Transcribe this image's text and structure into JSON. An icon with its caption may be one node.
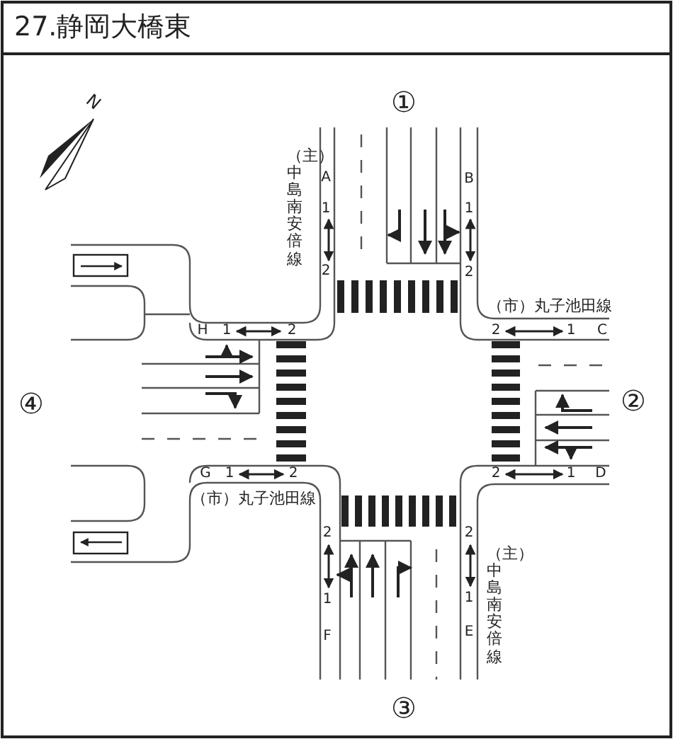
{
  "diagram": {
    "title": "27.静岡大橋東",
    "labels": [
      "N",
      "①",
      "（主）中島南安倍線",
      "A",
      "1",
      "2",
      "B",
      "1",
      "2",
      "（市）丸子池田線",
      "H",
      "1",
      "2",
      "2",
      "1",
      "C",
      "④",
      "②",
      "G",
      "1",
      "2",
      "2",
      "1",
      "D",
      "（市）丸子池田線",
      "2",
      "1",
      "F",
      "2",
      "1",
      "E",
      "（主）中島南安倍線",
      "③"
    ]
  }
}
